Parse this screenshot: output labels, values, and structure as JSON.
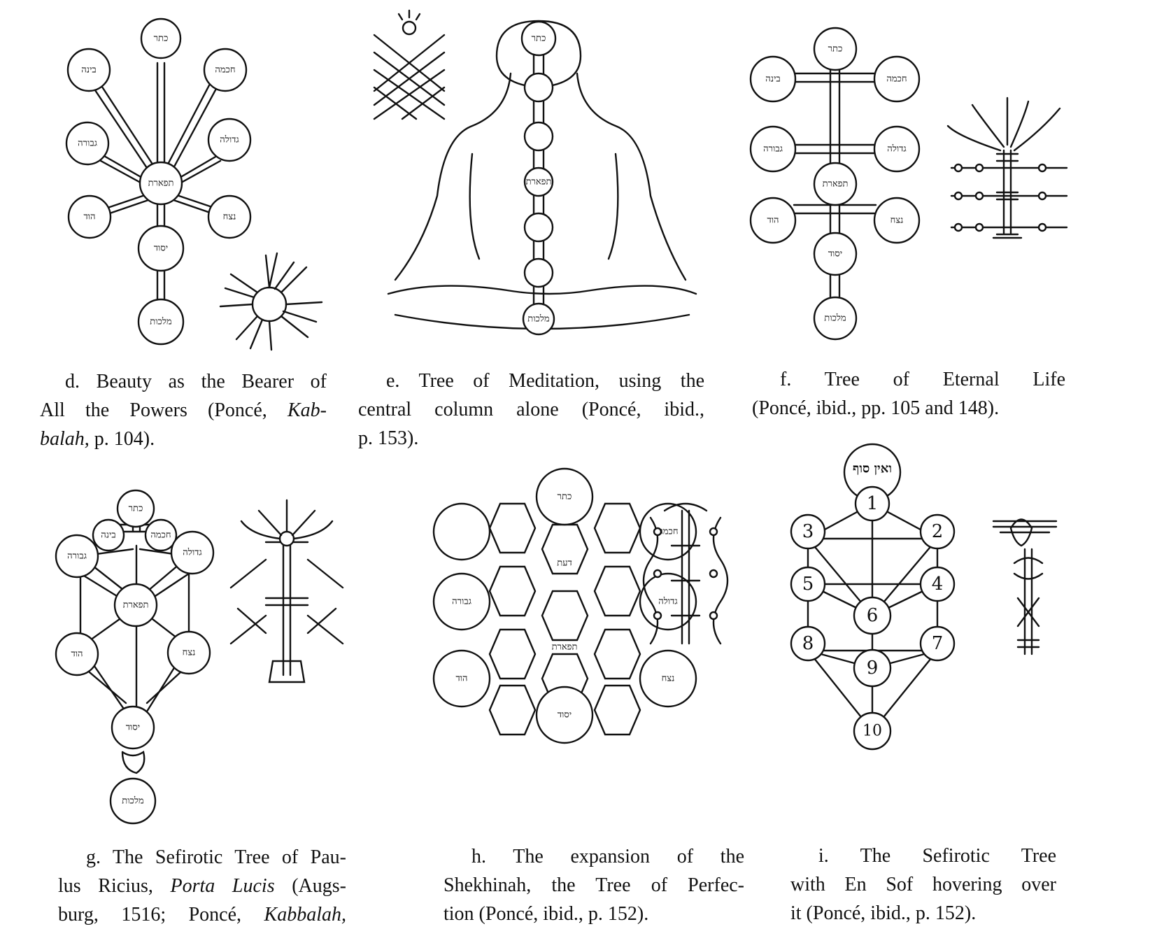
{
  "captions": {
    "d": {
      "line1": "d. Beauty as the Bearer of",
      "line2": "All the Powers (Poncé, ",
      "line2_italic": "Kab-",
      "line3_italic": "balah,",
      "line3": " p. 104)."
    },
    "e": {
      "line1": "e. Tree of Meditation, using the",
      "line2": "central column alone (Poncé, ibid.,",
      "line3": "p. 153)."
    },
    "f": {
      "line1": "f. Tree of Eternal Life",
      "line2": "(Poncé, ibid., pp. 105 and 148)."
    },
    "g": {
      "line1": "g. The Sefirotic Tree of Pau-",
      "line2a": "lus Ricius, ",
      "line2_italic": "Porta Lucis",
      "line2b": " (Augs-",
      "line3a": "burg, 1516; Poncé, ",
      "line3_italic": "Kabbalah,"
    },
    "h": {
      "line1": "h. The expansion of the",
      "line2": "Shekhinah, the Tree of Perfec-",
      "line3": "tion (Poncé, ibid., p. 152)."
    },
    "i": {
      "line1": "i. The Sefirotic Tree",
      "line2": "with En Sof hovering over",
      "line3": "it (Poncé, ibid., p. 152)."
    }
  },
  "sefirot_hebrew": {
    "keter": "כתר",
    "binah": "בינה",
    "hokhmah": "חכמה",
    "gevurah": "גבורה",
    "gedulah": "גדולה",
    "tiferet": "תפארת",
    "hod": "הוד",
    "netzah": "נצח",
    "yesod": "יסוד",
    "malkhut": "מלכות"
  },
  "en_sof": "ואין סוף",
  "numbers": [
    "1",
    "2",
    "3",
    "4",
    "5",
    "6",
    "7",
    "8",
    "9",
    "10"
  ]
}
